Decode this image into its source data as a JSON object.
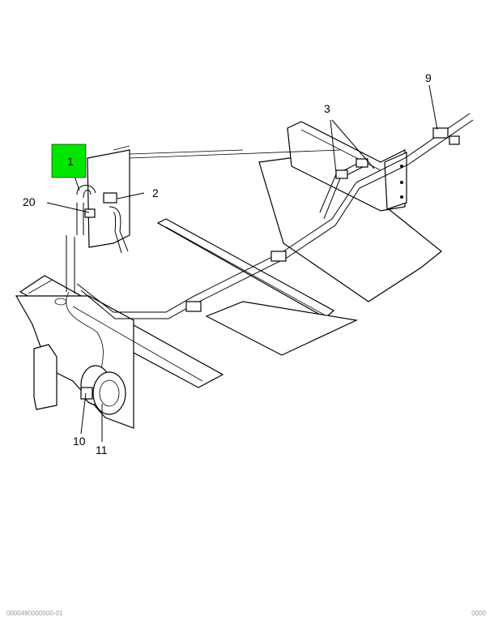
{
  "callouts": [
    {
      "id": "1",
      "label": "1",
      "highlighted": true
    },
    {
      "id": "2",
      "label": "2"
    },
    {
      "id": "3",
      "label": "3"
    },
    {
      "id": "9",
      "label": "9"
    },
    {
      "id": "10",
      "label": "10"
    },
    {
      "id": "11",
      "label": "11"
    },
    {
      "id": "20",
      "label": "20"
    }
  ],
  "colors": {
    "highlight": "#00e600",
    "line": "#000000",
    "background": "#ffffff"
  },
  "footer": {
    "left": "0000480000000-01",
    "right": "0000"
  }
}
